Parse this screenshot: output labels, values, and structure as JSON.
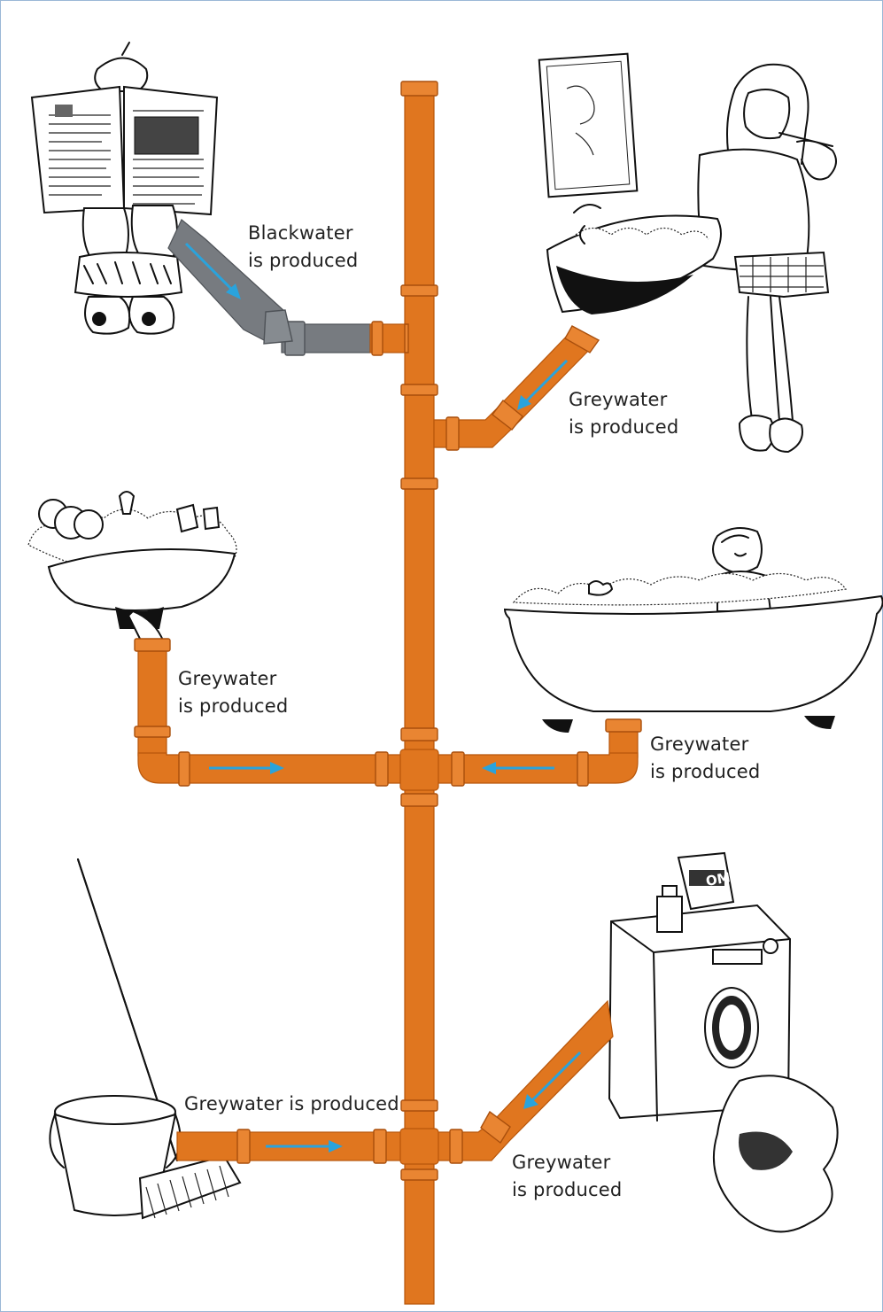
{
  "labels": {
    "blackwater_toilet": [
      "Blackwater",
      "is produced"
    ],
    "greywater_basin": [
      "Greywater",
      "is produced"
    ],
    "greywater_kitchen_sink": [
      "Greywater",
      "is produced"
    ],
    "greywater_bathtub": [
      "Greywater",
      "is produced"
    ],
    "greywater_mop_bucket": "Greywater is produced",
    "greywater_washing_machine": [
      "Greywater",
      "is produced"
    ]
  },
  "detergent_box_text": "OMO",
  "colors": {
    "greywater_pipe": "#e0761f",
    "blackwater_pipe": "#777b80",
    "flow_arrow": "#2aa3dc",
    "frame_border": "#9ab7d6"
  }
}
